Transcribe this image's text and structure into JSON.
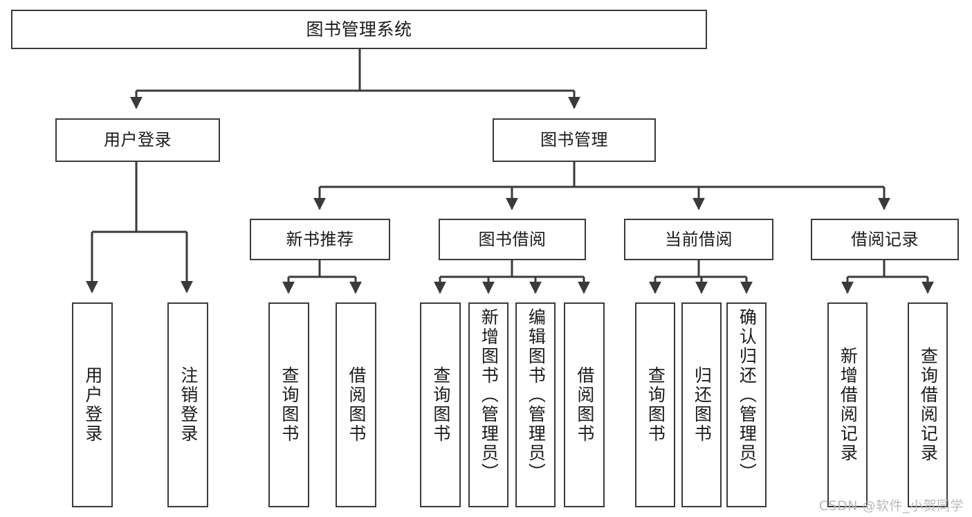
{
  "diagram": {
    "title": "图书管理系统",
    "type": "tree-hierarchy",
    "watermark": "CSDN @软件_小贺同学",
    "colors": {
      "background": "#ffffff",
      "box_border": "#3a3a3a",
      "box_fill": "#ffffff",
      "text": "#1a1a1a",
      "connector": "#3a3a3a",
      "watermark": "#b9b9b9"
    },
    "nodes": {
      "root": {
        "label": "图书管理系统"
      },
      "level1": [
        {
          "id": "user-login",
          "label": "用户登录"
        },
        {
          "id": "book-management",
          "label": "图书管理"
        }
      ],
      "level2": [
        {
          "id": "new-book-recommend",
          "label": "新书推荐"
        },
        {
          "id": "book-borrow",
          "label": "图书借阅"
        },
        {
          "id": "current-borrow",
          "label": "当前借阅"
        },
        {
          "id": "borrow-record",
          "label": "借阅记录"
        }
      ],
      "leaves": {
        "user_login": [
          {
            "id": "leaf-user-login",
            "label": "用户登录"
          },
          {
            "id": "leaf-logout-login",
            "label": "注销登录"
          }
        ],
        "new_book_recommend": [
          {
            "id": "leaf-query-book-1",
            "label": "查询图书"
          },
          {
            "id": "leaf-borrow-book-1",
            "label": "借阅图书"
          }
        ],
        "book_borrow": [
          {
            "id": "leaf-query-book-2",
            "label": "查询图书"
          },
          {
            "id": "leaf-add-book",
            "label": "新增图书（管理员）"
          },
          {
            "id": "leaf-edit-book",
            "label": "编辑图书（管理员）"
          },
          {
            "id": "leaf-borrow-book-2",
            "label": "借阅图书"
          }
        ],
        "current_borrow": [
          {
            "id": "leaf-query-book-3",
            "label": "查询图书"
          },
          {
            "id": "leaf-return-book",
            "label": "归还图书"
          },
          {
            "id": "leaf-confirm-return",
            "label": "确认归还（管理员）"
          }
        ],
        "borrow_record": [
          {
            "id": "leaf-add-record",
            "label": "新增借阅记录"
          },
          {
            "id": "leaf-query-record",
            "label": "查询借阅记录"
          }
        ]
      }
    }
  }
}
